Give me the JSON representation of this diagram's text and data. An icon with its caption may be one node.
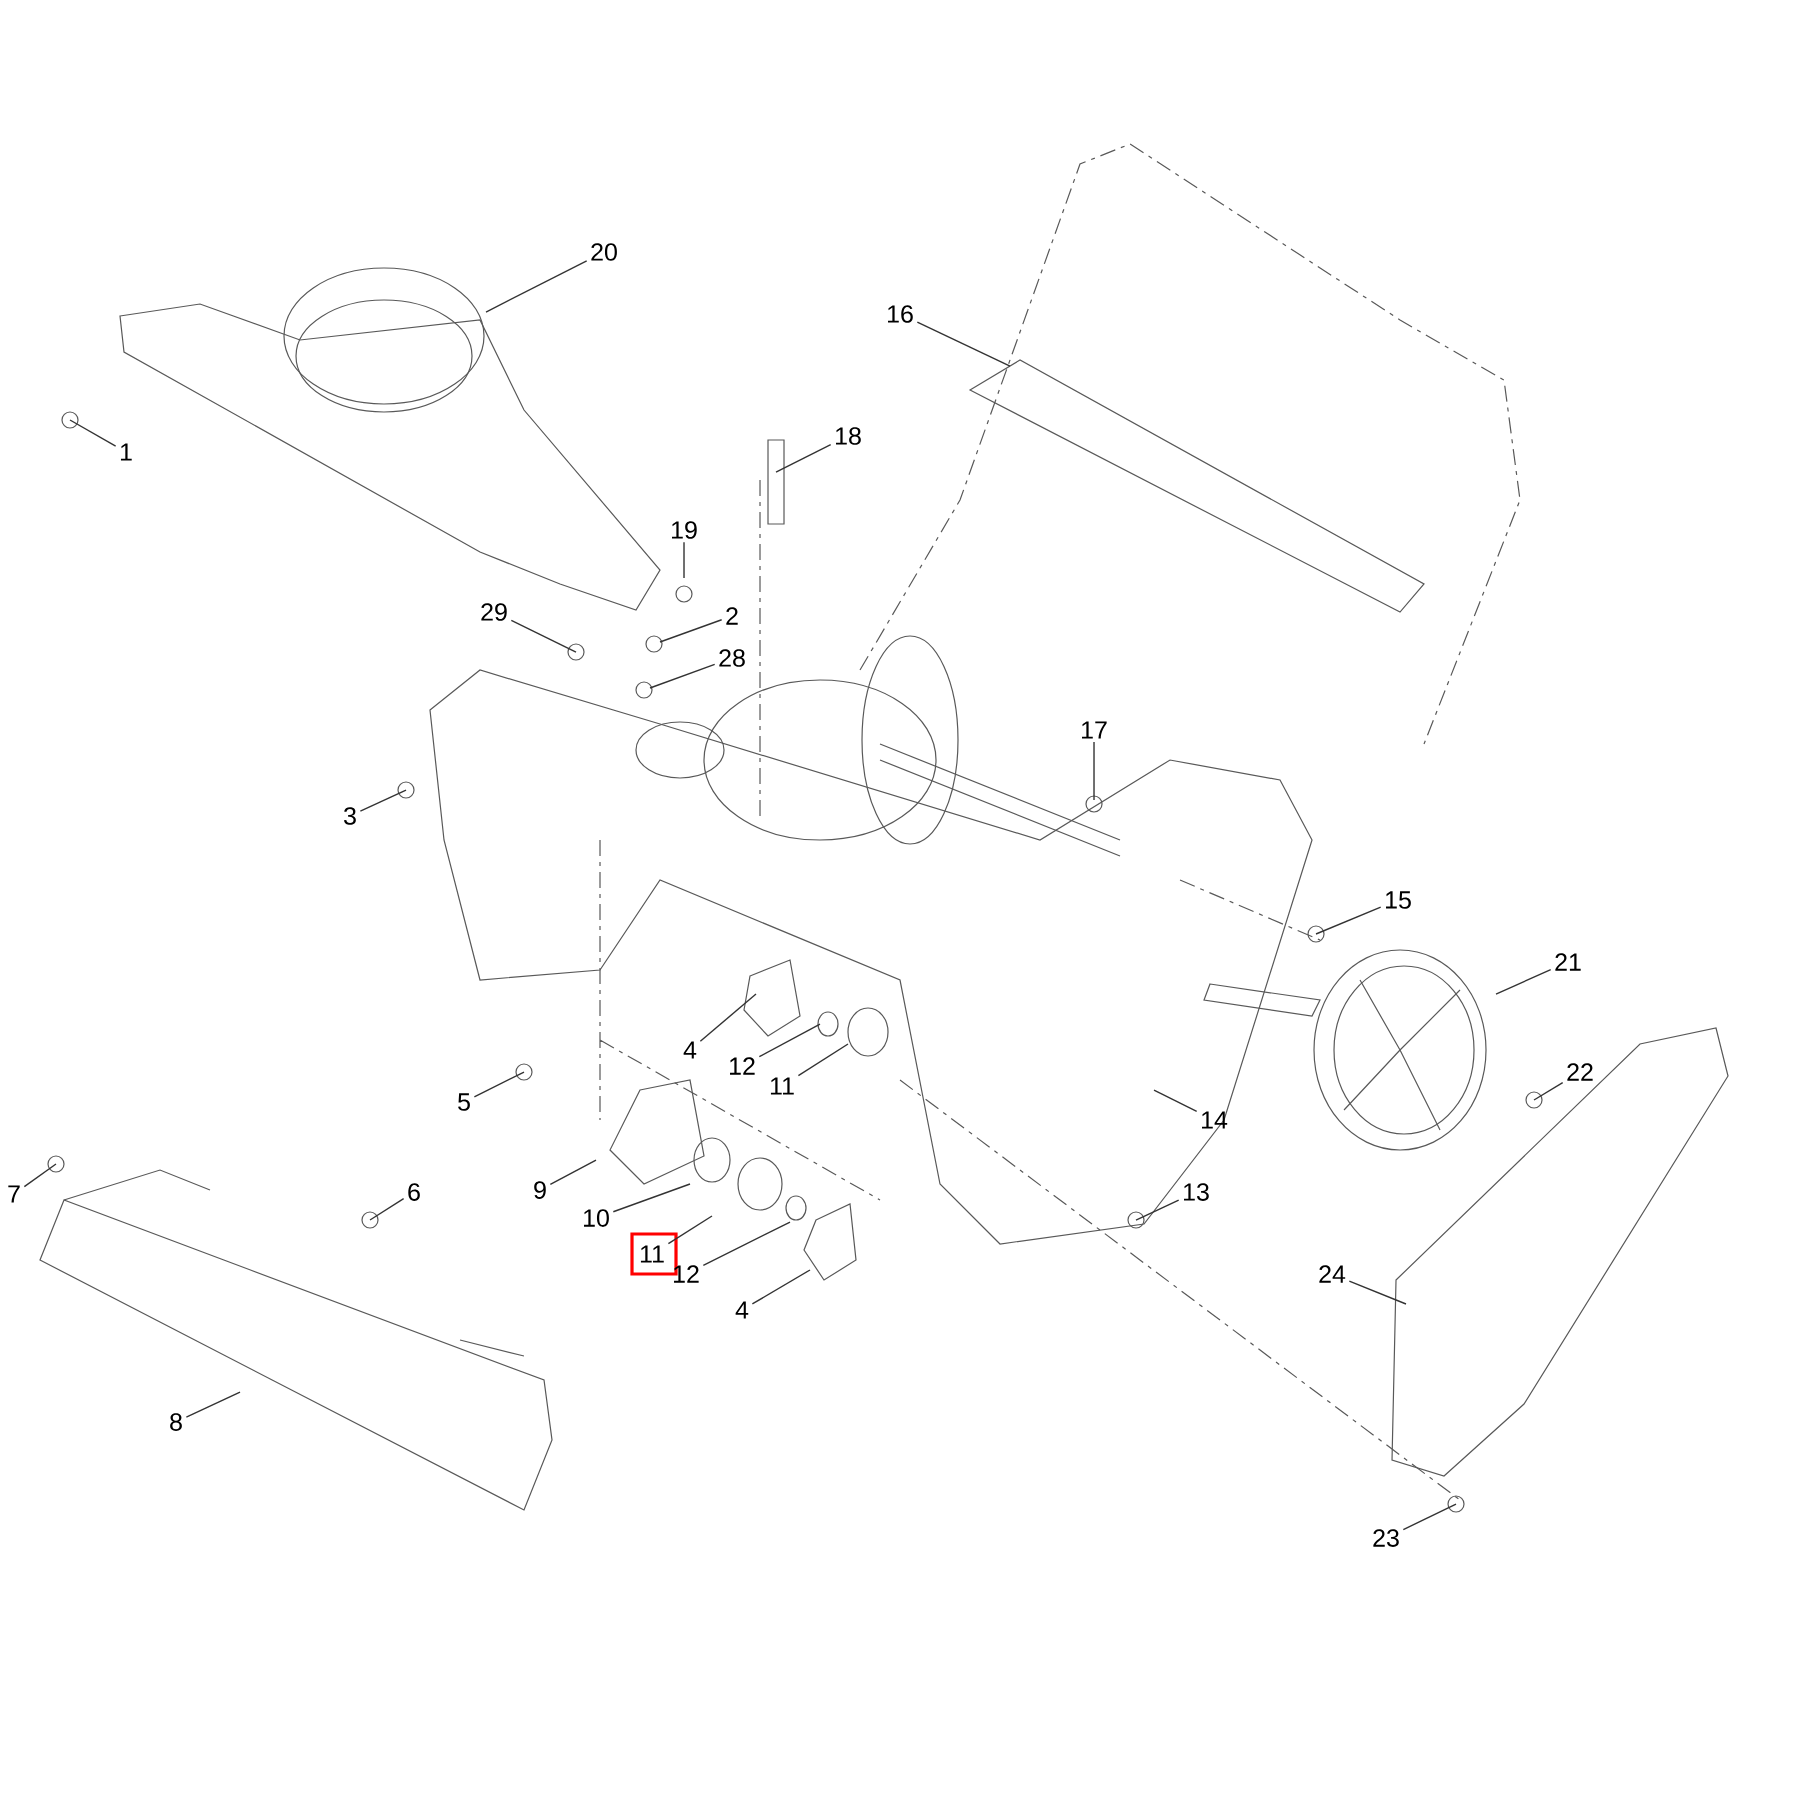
{
  "diagram": {
    "nodes": [
      {
        "text": [
          "20"
        ]
      },
      {
        "text": [
          "16"
        ]
      },
      {
        "text": [
          "1"
        ]
      },
      {
        "text": [
          "18"
        ]
      },
      {
        "text": [
          "19"
        ]
      },
      {
        "text": [
          "29"
        ]
      },
      {
        "text": [
          "2"
        ]
      },
      {
        "text": [
          "28"
        ]
      },
      {
        "text": [
          "17"
        ]
      },
      {
        "text": [
          "3"
        ]
      },
      {
        "text": [
          "15"
        ]
      },
      {
        "text": [
          "21"
        ]
      },
      {
        "text": [
          "4"
        ]
      },
      {
        "text": [
          "12"
        ]
      },
      {
        "text": [
          "11"
        ]
      },
      {
        "text": [
          "22"
        ]
      },
      {
        "text": [
          "5"
        ]
      },
      {
        "text": [
          "14"
        ]
      },
      {
        "text": [
          "9"
        ]
      },
      {
        "text": [
          "6"
        ]
      },
      {
        "text": [
          "7"
        ]
      },
      {
        "text": [
          "13"
        ]
      },
      {
        "text": [
          "10"
        ]
      },
      {
        "text": [
          "11"
        ]
      },
      {
        "text": [
          "12"
        ]
      },
      {
        "text": [
          "24"
        ]
      },
      {
        "text": [
          "4"
        ]
      },
      {
        "text": [
          "8"
        ]
      },
      {
        "text": [
          "23"
        ]
      }
    ],
    "edges": [
      {
        "from": 0,
        "to": null,
        "arrow": "none"
      },
      {
        "from": 1,
        "to": null,
        "arrow": "none"
      },
      {
        "from": 2,
        "to": null,
        "arrow": "none"
      },
      {
        "from": 3,
        "to": null,
        "arrow": "none"
      },
      {
        "from": 4,
        "to": null,
        "arrow": "none"
      },
      {
        "from": 5,
        "to": null,
        "arrow": "none"
      },
      {
        "from": 6,
        "to": null,
        "arrow": "none"
      },
      {
        "from": 7,
        "to": null,
        "arrow": "none"
      },
      {
        "from": 8,
        "to": null,
        "arrow": "none"
      },
      {
        "from": 9,
        "to": null,
        "arrow": "none"
      },
      {
        "from": 10,
        "to": null,
        "arrow": "none"
      },
      {
        "from": 11,
        "to": null,
        "arrow": "none"
      },
      {
        "from": 12,
        "to": null,
        "arrow": "none"
      },
      {
        "from": 13,
        "to": null,
        "arrow": "none"
      },
      {
        "from": 14,
        "to": null,
        "arrow": "none"
      },
      {
        "from": 15,
        "to": null,
        "arrow": "none"
      },
      {
        "from": 16,
        "to": null,
        "arrow": "none"
      },
      {
        "from": 17,
        "to": null,
        "arrow": "none"
      },
      {
        "from": 18,
        "to": null,
        "arrow": "none"
      },
      {
        "from": 19,
        "to": null,
        "arrow": "none"
      },
      {
        "from": 20,
        "to": null,
        "arrow": "none"
      },
      {
        "from": 21,
        "to": null,
        "arrow": "none"
      },
      {
        "from": 22,
        "to": null,
        "arrow": "none"
      },
      {
        "from": 23,
        "to": null,
        "arrow": "none"
      },
      {
        "from": 24,
        "to": null,
        "arrow": "none"
      },
      {
        "from": 25,
        "to": null,
        "arrow": "none"
      },
      {
        "from": 26,
        "to": null,
        "arrow": "none"
      },
      {
        "from": 27,
        "to": null,
        "arrow": "none"
      },
      {
        "from": 28,
        "to": null,
        "arrow": "none"
      }
    ]
  }
}
